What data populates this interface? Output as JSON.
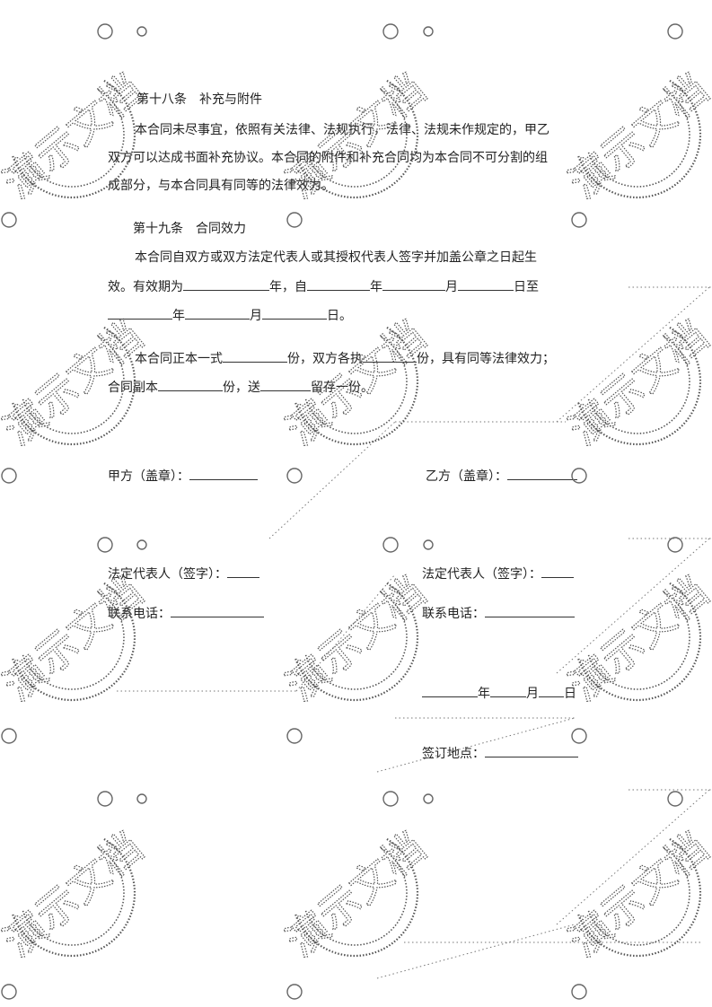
{
  "watermark": {
    "text": "演示文档",
    "color": "#555555"
  },
  "article18": {
    "heading": "第十八条　补充与附件",
    "p1_line1": "本合同未尽事宜，依照有关法律、法规执行，法律、法规未作规定的，甲乙",
    "p1_line2": "双方可以达成书面补充协议。本合同的附件和补充合同均为本合同不可分割的组",
    "p1_line3": "成部分，与本合同具有同等的法律效力。"
  },
  "article19": {
    "heading": "第十九条　合同效力",
    "p1_line1": "本合同自双方或双方法定代表人或其授权代表人签字并加盖公章之日起生",
    "p1_line2_a": "效。有效期为",
    "year": "年",
    "from": "，自",
    "month": "月",
    "day": "日",
    "to": "日至",
    "p1_line3_end": "日。",
    "p2_a": "本合同正本一式",
    "p2_b": "份，双方各执",
    "p2_c": "份，具有同等法律效力；",
    "p3_a": "合同副本",
    "p3_b": "份，送",
    "p3_c": "留存一份。"
  },
  "signatures": {
    "party_a_seal": "甲方（盖章）：",
    "party_b_seal": "乙方（盖章）：",
    "legal_rep_a": "法定代表人（签字）：",
    "legal_rep_b": "法定代表人（签字）：",
    "phone_a": "联系电话：",
    "phone_b": "联系电话：",
    "date_year": "年",
    "date_month": "月",
    "date_day": "日",
    "sign_place": "签订地点："
  }
}
